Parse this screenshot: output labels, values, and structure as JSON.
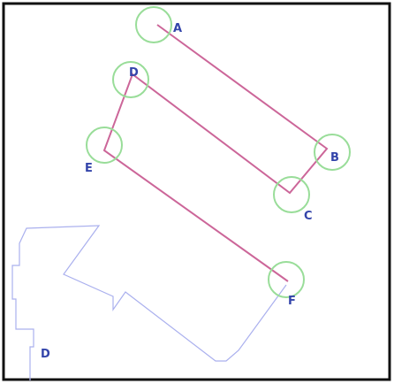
{
  "points": [
    {
      "id": "A",
      "label": "A",
      "circled": true
    },
    {
      "id": "B",
      "label": "B",
      "circled": true
    },
    {
      "id": "C",
      "label": "C",
      "circled": true
    },
    {
      "id": "D",
      "label": "D",
      "circled": true
    },
    {
      "id": "E",
      "label": "E",
      "circled": true
    },
    {
      "id": "F",
      "label": "F",
      "circled": true
    }
  ],
  "pen_path_segments": [
    [
      "A",
      "B"
    ],
    [
      "B",
      "C"
    ],
    [
      "C",
      "D"
    ],
    [
      "D",
      "E"
    ],
    [
      "E",
      "F"
    ]
  ],
  "outline": {
    "description_label": "D"
  },
  "colors": {
    "frame": "#111111",
    "pen_path": "#cc6699",
    "circle_marker": "#99dd99",
    "label_text": "#3344aa",
    "outline": "#aab0ee",
    "background": "#ffffff"
  }
}
